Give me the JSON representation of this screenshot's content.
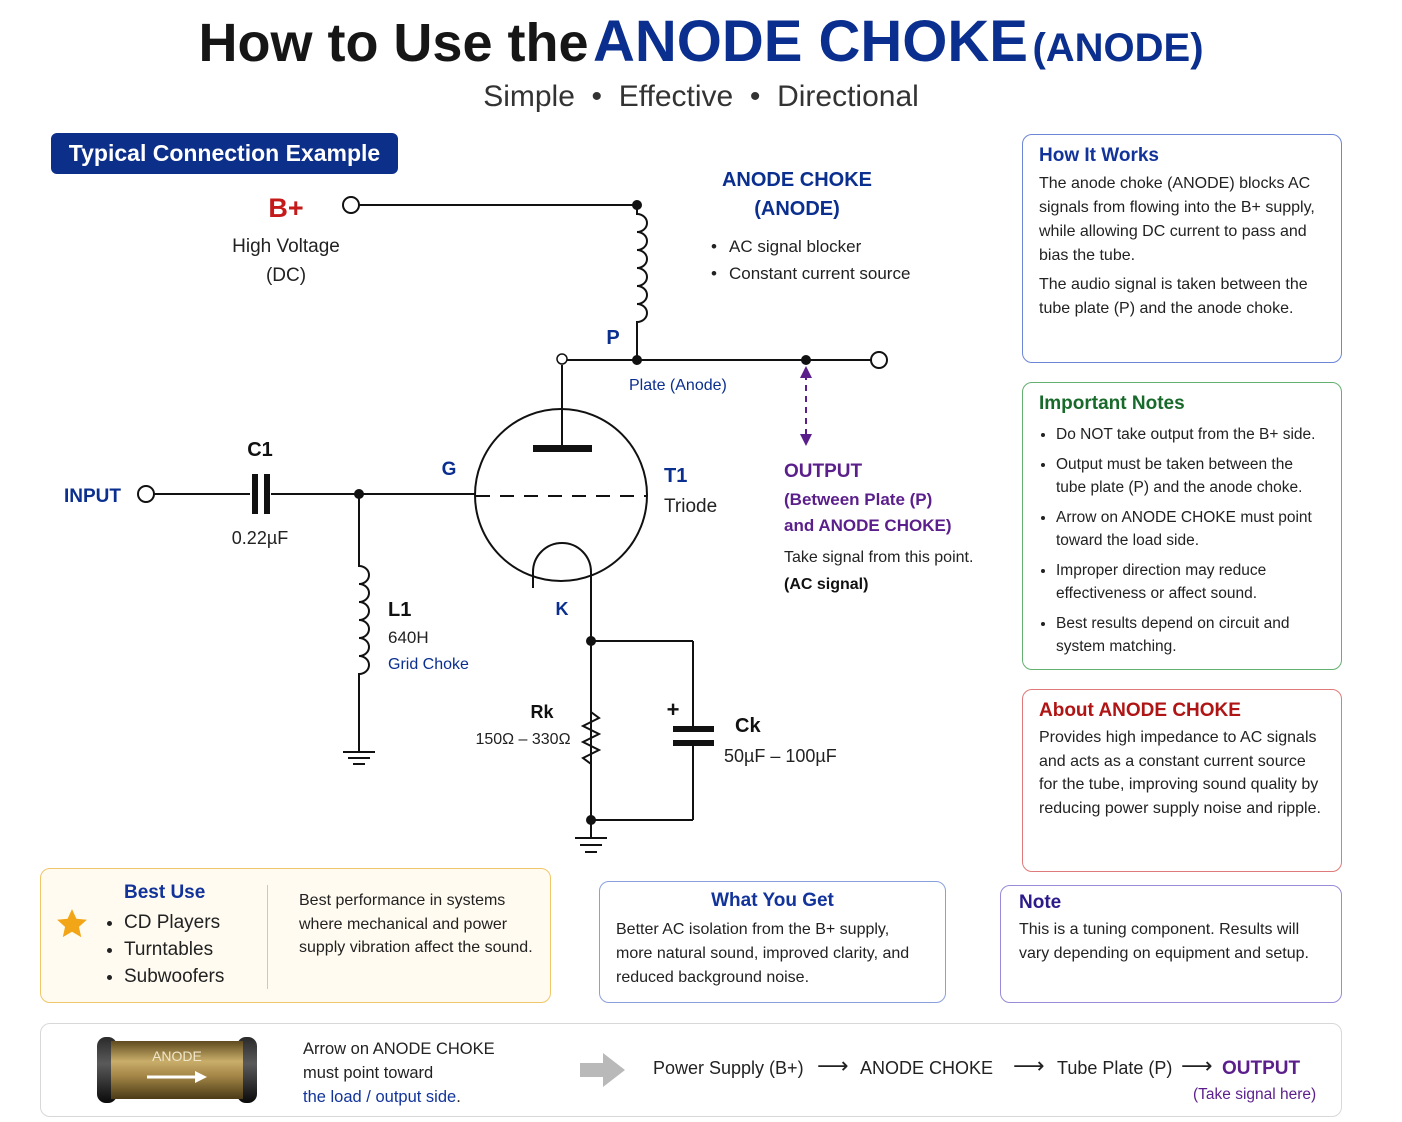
{
  "title": {
    "lead": "How to Use the",
    "highlight": "ANODE CHOKE",
    "paren": "(ANODE)"
  },
  "subtitle": "Simple  •  Effective  •  Directional",
  "section_label": "Typical Connection Example",
  "circuit": {
    "bplus": {
      "label": "B+",
      "line1": "High Voltage",
      "line2": "(DC)"
    },
    "choke": {
      "title1": "ANODE CHOKE",
      "title2": "(ANODE)",
      "bullet1": "AC signal blocker",
      "bullet2": "Constant current source"
    },
    "plate": {
      "pin": "P",
      "label": "Plate (Anode)"
    },
    "input_label": "INPUT",
    "c1": {
      "name": "C1",
      "value": "0.22µF"
    },
    "l1": {
      "name": "L1",
      "value": "640H",
      "desc": "Grid Choke"
    },
    "grid_pin": "G",
    "cathode_pin": "K",
    "tube": {
      "name": "T1",
      "type": "Triode"
    },
    "output": {
      "title": "OUTPUT",
      "line1": "(Between Plate (P)",
      "line2": "and ANODE CHOKE)",
      "note": "Take signal from this point.",
      "signal": "(AC signal)"
    },
    "rk": {
      "name": "Rk",
      "value": "150Ω – 330Ω"
    },
    "ck": {
      "name": "Ck",
      "value": "50µF – 100µF",
      "polarity": "+"
    }
  },
  "how_it_works": {
    "title": "How It Works",
    "p1": "The anode choke (ANODE) blocks AC signals from flowing into the B+ supply, while allowing DC current to pass and bias the tube.",
    "p2": "The audio signal is taken between the tube plate (P) and the anode choke."
  },
  "important_notes": {
    "title": "Important Notes",
    "items": [
      "Do NOT take output from the B+ side.",
      "Output must be taken between the tube plate (P) and the anode choke.",
      "Arrow on ANODE CHOKE must point toward the load side.",
      "Improper direction may reduce effectiveness or affect sound.",
      "Best results depend on circuit and system matching."
    ]
  },
  "about": {
    "title": "About ANODE CHOKE",
    "body": "Provides high impedance to AC signals and acts as a constant current source for the tube, improving sound quality by reducing power supply noise and ripple."
  },
  "best_use": {
    "title": "Best Use",
    "items": [
      "CD Players",
      "Turntables",
      "Subwoofers"
    ],
    "desc": "Best performance in systems where mechanical and power supply vibration affect the sound."
  },
  "what_you_get": {
    "title": "What You Get",
    "body": "Better AC isolation from the B+ supply, more natural sound, improved clarity, and reduced background noise."
  },
  "note": {
    "title": "Note",
    "body": "This is a tuning component. Results will vary depending on equipment and setup."
  },
  "footer": {
    "device_label": "ANODE",
    "line1": "Arrow on ANODE CHOKE",
    "line2": "must point toward",
    "line3": "the load / output side",
    "line3_end": ".",
    "flow": [
      "Power Supply (B+)",
      "ANODE CHOKE",
      "Tube Plate (P)",
      "OUTPUT"
    ],
    "flow_note": "(Take signal here)"
  },
  "colors": {
    "navy": "#0b2f8f",
    "red": "#c41a1a",
    "purple": "#5b1f8c",
    "green": "#186a2b",
    "gold": "#f2a516"
  }
}
